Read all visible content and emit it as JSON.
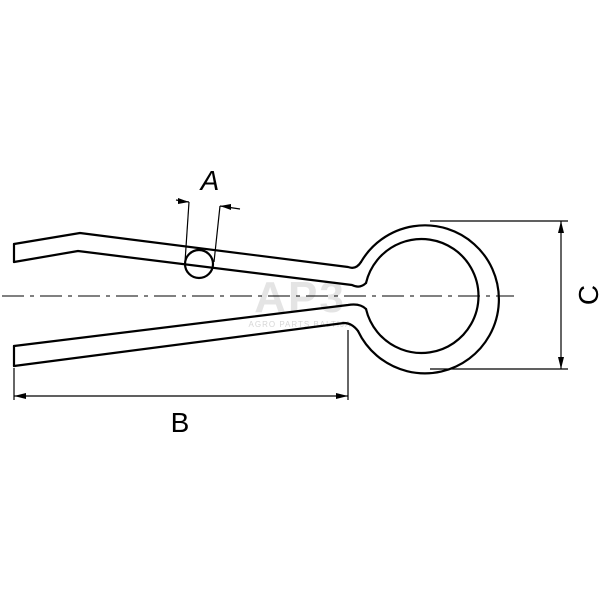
{
  "diagram": {
    "dimension_labels": {
      "a": "A",
      "b": "B",
      "c": "C"
    },
    "watermark": {
      "logo": "AP3",
      "tagline": "AGRO PARTS BALTIJA"
    }
  }
}
